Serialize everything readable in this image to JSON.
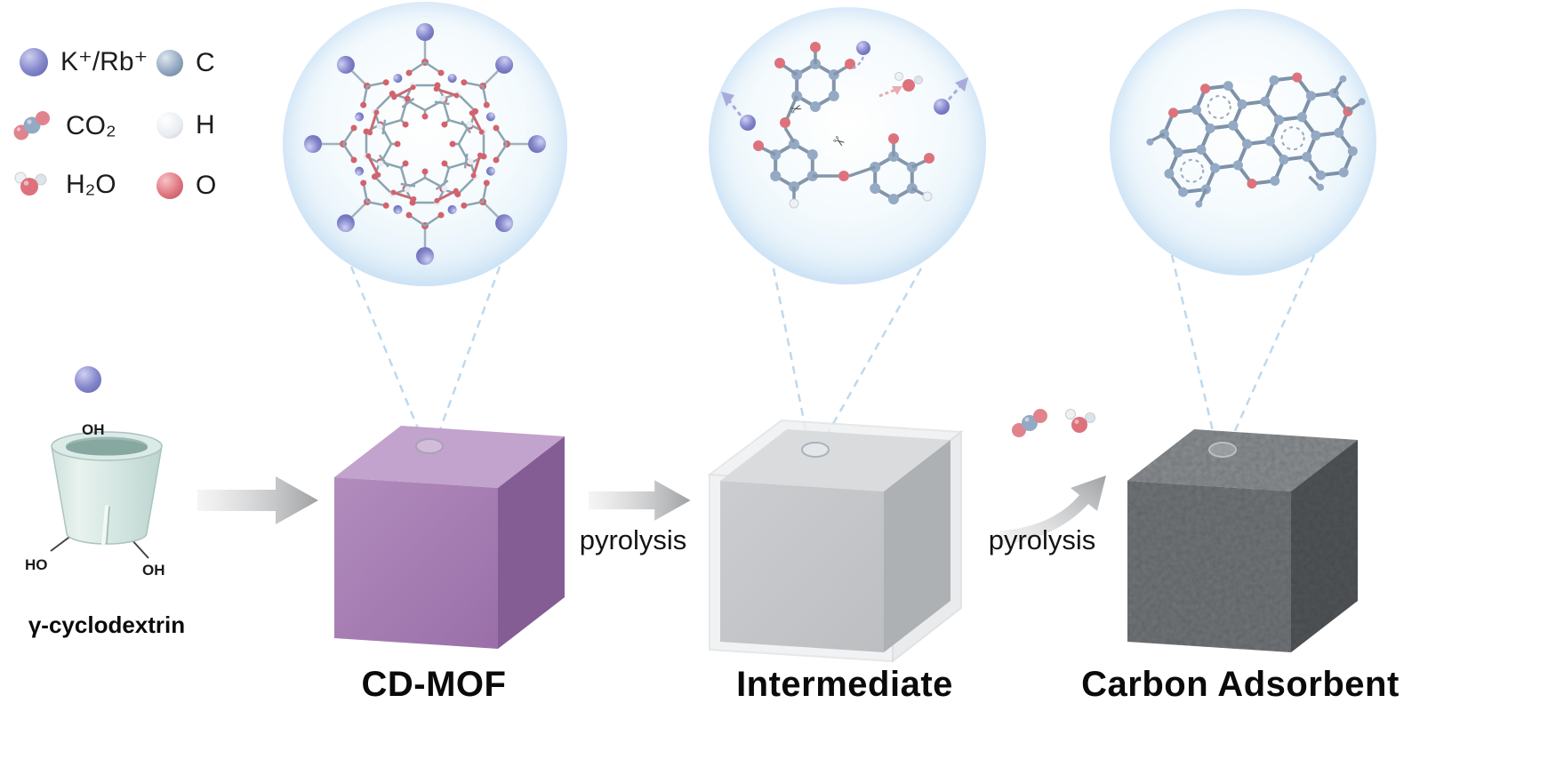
{
  "legend": {
    "items": [
      {
        "label": "K⁺/Rb⁺"
      },
      {
        "label": "C"
      },
      {
        "label": "CO₂"
      },
      {
        "label": "H"
      },
      {
        "label": "H₂O"
      },
      {
        "label": "O"
      }
    ]
  },
  "precursor": {
    "name": "γ-cyclodextrin",
    "hydroxyl_top": "OH",
    "hydroxyl_left": "HO",
    "hydroxyl_right": "OH"
  },
  "stages": [
    {
      "name": "CD-MOF"
    },
    {
      "name": "Intermediate"
    },
    {
      "name": "Carbon Adsorbent"
    }
  ],
  "arrows": {
    "step2_label": "pyrolysis",
    "step3_label": "pyrolysis"
  },
  "decor": {
    "scissors": "✂"
  },
  "colors": {
    "ion": "#7f81c8",
    "carbon": "#94a9c3",
    "hydrogen": "#eef1f4",
    "oxygen": "#dd727c",
    "cdmof_cube_front": "#a57cb2",
    "cdmof_cube_top": "#c2a3cd",
    "cdmof_cube_side": "#835d94",
    "intermediate_cube_front": "#c6c8ca",
    "carbon_cube_front": "#74787b",
    "halo": "#cde4f4"
  }
}
